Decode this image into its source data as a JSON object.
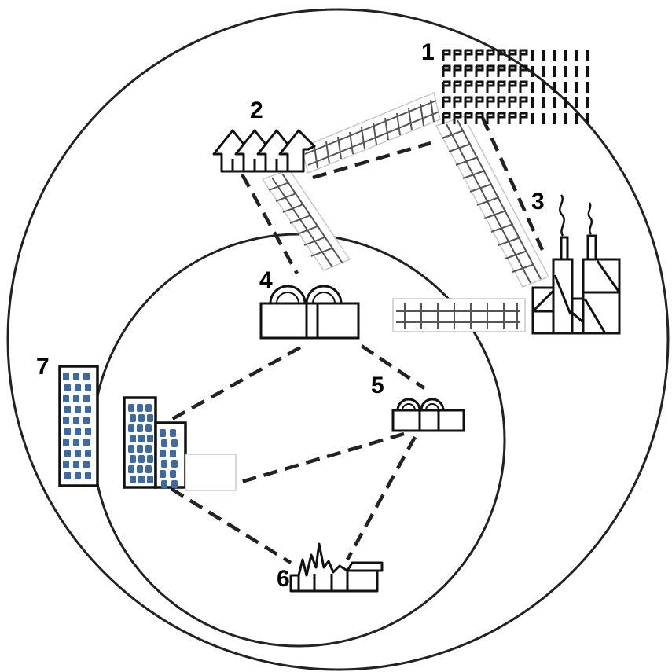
{
  "labels": {
    "n1": "1",
    "n2": "2",
    "n3": "3",
    "n4": "4",
    "n5": "5",
    "n6": "6",
    "n7": "7"
  },
  "colors": {
    "line": "#222222",
    "window": "#3f6aa0",
    "track_box": "#c8c8c8"
  },
  "icons": {
    "n1": "field-crop-icon",
    "n2": "houses-icon",
    "n3": "factory-icon",
    "n4": "large-market-icon",
    "n5": "small-market-icon",
    "n6": "village-icon",
    "n7": "tall-building-icon"
  }
}
